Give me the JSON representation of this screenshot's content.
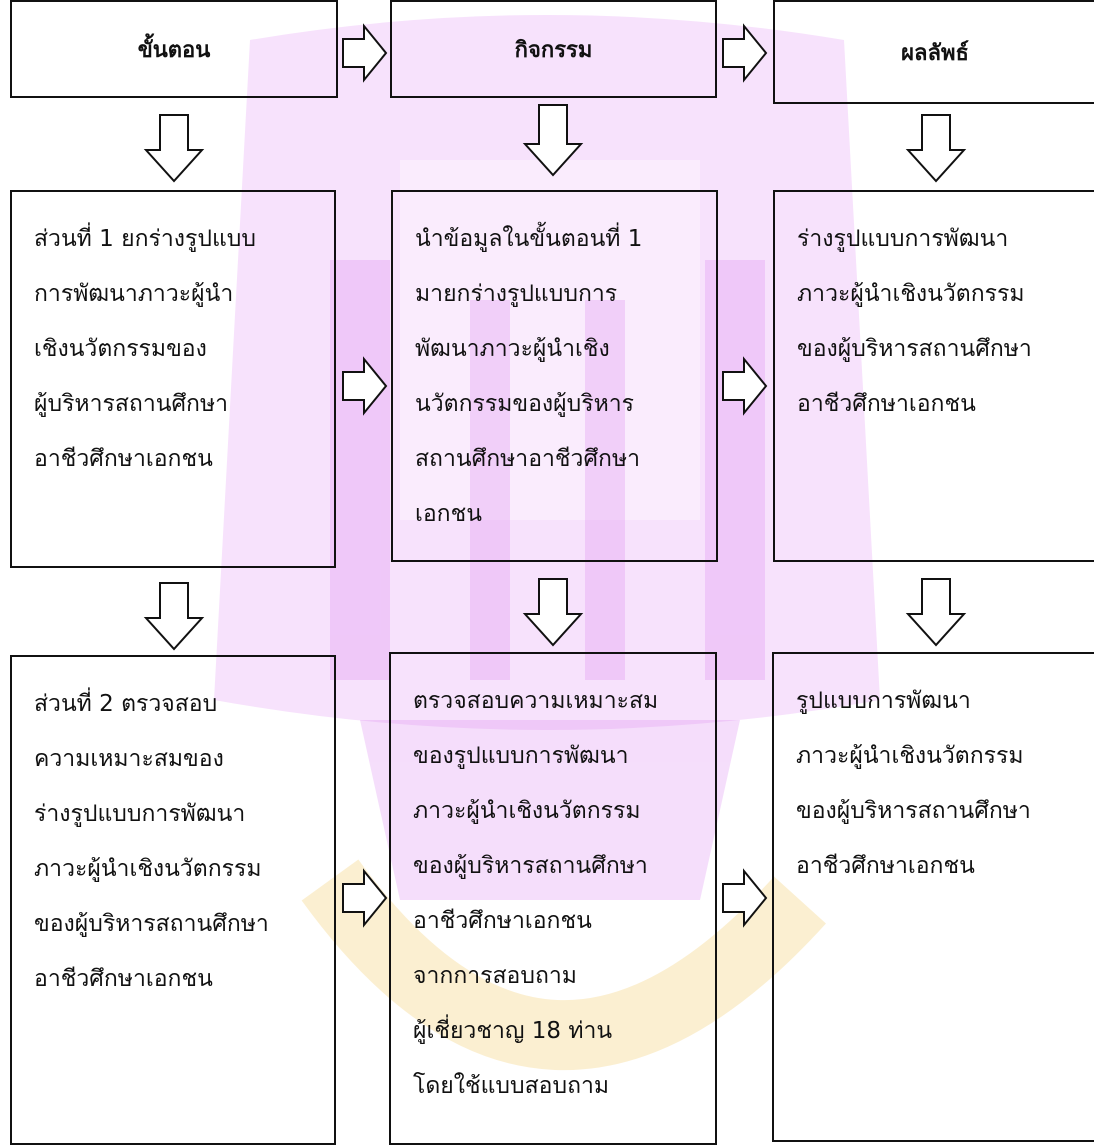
{
  "headers": [
    "ขั้นตอน",
    "กิจกรรม",
    "ผลลัพธ์"
  ],
  "rows": [
    {
      "step": "ส่วนที่ 1 ยกร่างรูปแบบ\nการพัฒนาภาวะผู้นำ\nเชิงนวัตกรรมของ\nผู้บริหารสถานศึกษา\nอาชีวศึกษาเอกชน",
      "activity": "นำข้อมูลในขั้นตอนที่ 1\nมายกร่างรูปแบบการ\nพัฒนาภาวะผู้นำเชิง\nนวัตกรรมของผู้บริหาร\nสถานศึกษาอาชีวศึกษา\nเอกชน",
      "result": "ร่างรูปแบบการพัฒนา\nภาวะผู้นำเชิงนวัตกรรม\nของผู้บริหารสถานศึกษา\nอาชีวศึกษาเอกชน"
    },
    {
      "step": "ส่วนที่ 2 ตรวจสอบ\nความเหมาะสมของ\nร่างรูปแบบการพัฒนา\nภาวะผู้นำเชิงนวัตกรรม\nของผู้บริหารสถานศึกษา\nอาชีวศึกษาเอกชน",
      "activity": "ตรวจสอบความเหมาะสม\nของรูปแบบการพัฒนา\nภาวะผู้นำเชิงนวัตกรรม\nของผู้บริหารสถานศึกษา\nอาชีวศึกษาเอกชน\nจากการสอบถาม\nผู้เชี่ยวชาญ 18 ท่าน\nโดยใช้แบบสอบถาม",
      "result": "รูปแบบการพัฒนา\nภาวะผู้นำเชิงนวัตกรรม\nของผู้บริหารสถานศึกษา\nอาชีวศึกษาเอกชน"
    }
  ],
  "colors": {
    "line": "#111111",
    "watermark_primary": "#d97cf0",
    "watermark_secondary": "#f4d07a"
  }
}
